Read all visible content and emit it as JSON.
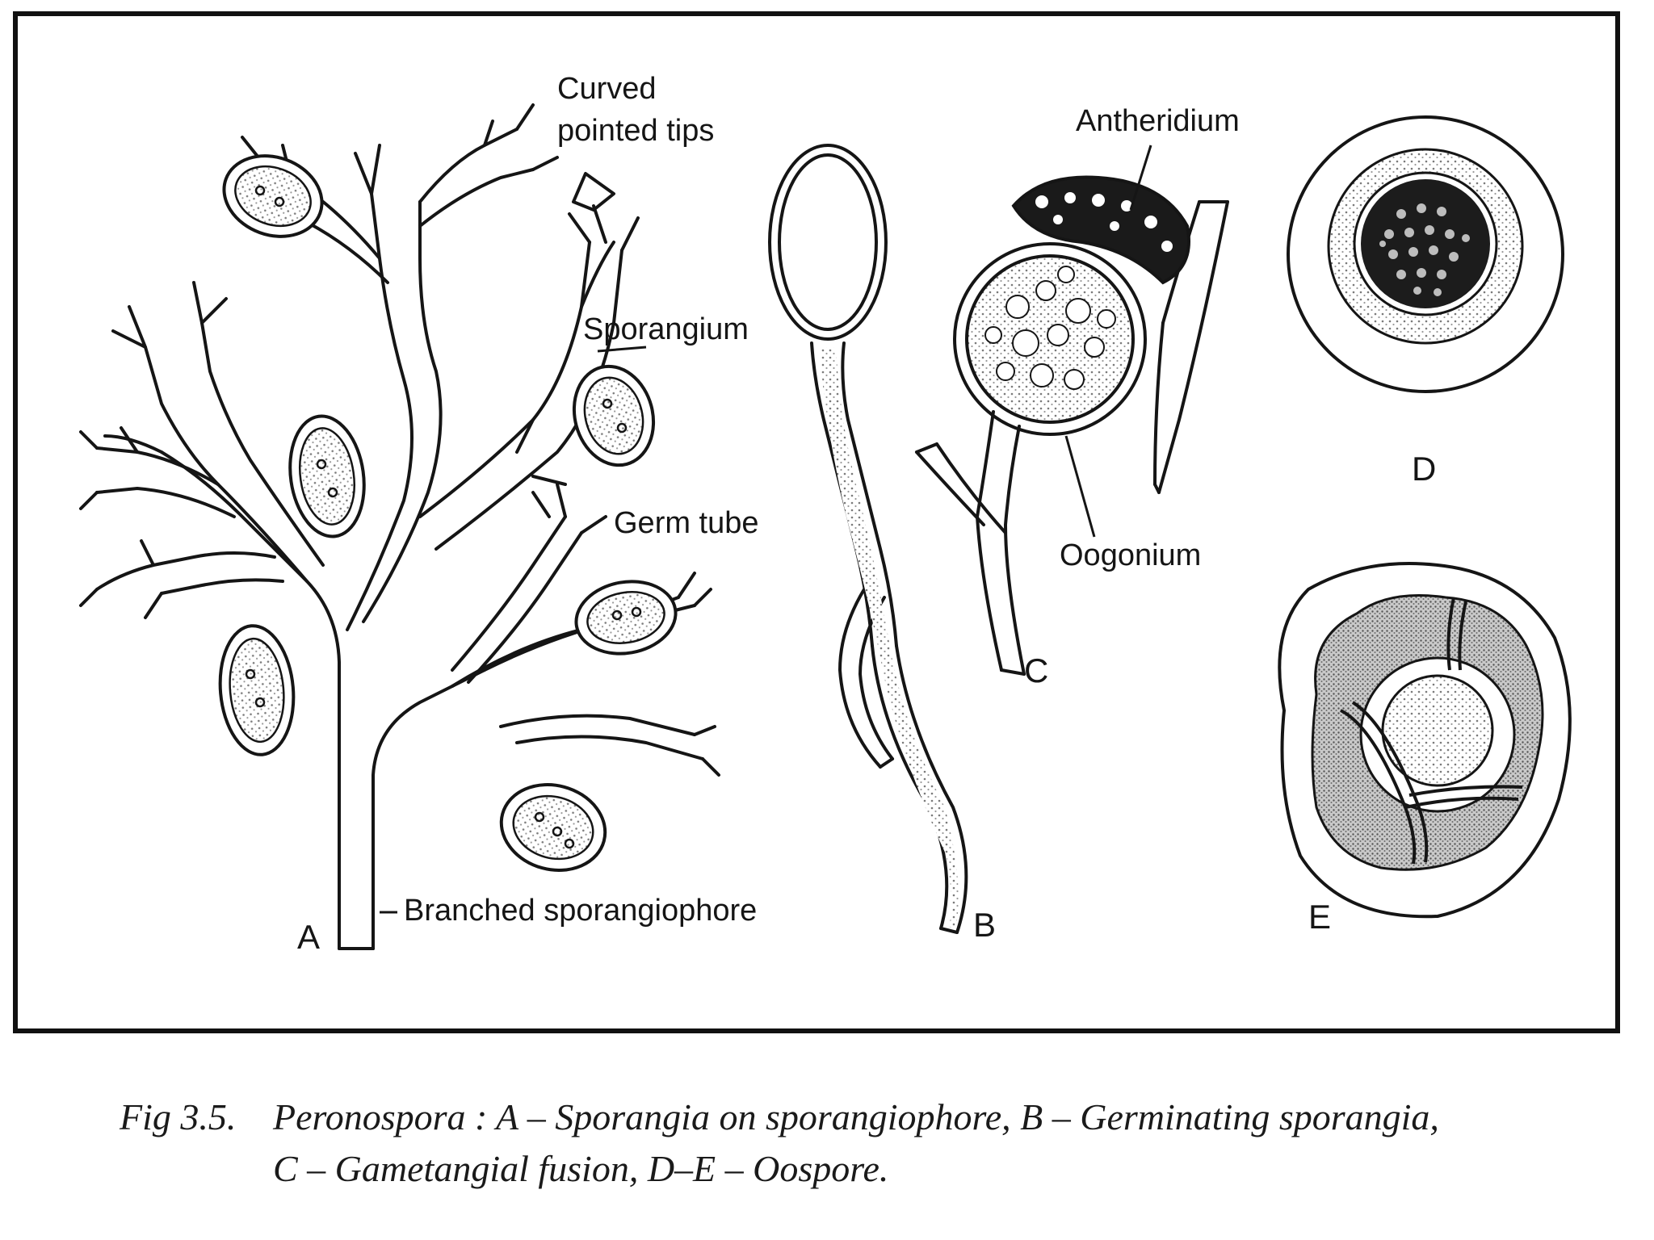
{
  "labels": {
    "curved_tips_line1": "Curved",
    "curved_tips_line2": "pointed tips",
    "sporangium": "Sporangium",
    "germ_tube": "Germ tube",
    "branched_sporangiophore": "Branched sporangiophore",
    "antheridium": "Antheridium",
    "oogonium": "Oogonium"
  },
  "panels": {
    "a": "A",
    "b": "B",
    "c": "C",
    "d": "D",
    "e": "E"
  },
  "caption": {
    "fig_number": "Fig 3.5.",
    "line1": "Peronospora : A – Sporangia on sporangiophore, B – Germinating sporangia,",
    "line2": "C – Gametangial fusion, D–E – Oospore."
  },
  "colors": {
    "ink": "#151515",
    "stipple": "#8a8a8a",
    "paper": "#ffffff"
  }
}
